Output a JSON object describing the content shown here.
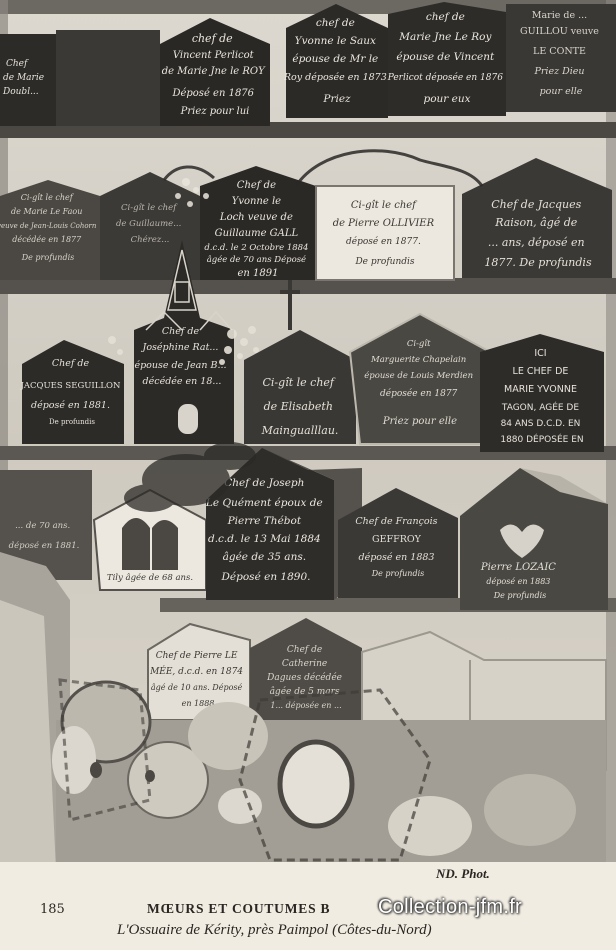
{
  "postcard": {
    "card_number": "185",
    "title": "MŒURS ET COUTUMES B",
    "subtitle": "L'Ossuaire de Kérity, près Paimpol (Côtes-du-Nord)",
    "publisher": "ND. Phot.",
    "watermark": "Collection-jfm.fr"
  },
  "palette": {
    "paper": "#f1ece2",
    "sepia_dark": "#2b2926",
    "sepia_mid": "#5c5853",
    "sepia_light": "#c9c4ba",
    "chalk": "#e9e5dc"
  },
  "skull_boxes": {
    "row1": [
      {
        "lines": [
          "Chef",
          "de Marie",
          "Doubl..."
        ]
      },
      {
        "lines": [
          "chef de",
          "Vincent Perlicot",
          "de Marie Jne le ROY",
          "Déposé en 1876",
          "Priez pour lui"
        ]
      },
      {
        "lines": [
          "chef de",
          "Yvonne le Saux",
          "épouse de Mr le",
          "Roy déposée en 1873",
          "Priez"
        ]
      },
      {
        "lines": [
          "chef de",
          "Marie Jne Le Roy",
          "épouse de Vincent",
          "Perlicot déposée en 1876",
          "pour eux"
        ]
      },
      {
        "lines": [
          "Marie de ...",
          "GUILLOU veuve",
          "LE CONTE",
          "Priez Dieu",
          "pour elle"
        ]
      }
    ],
    "row2": [
      {
        "lines": [
          "Ci-gît le chef",
          "de Marie Le Faou",
          "veuve de Jean-Louis Cohorn",
          "décédée en 1877",
          "De profundis"
        ]
      },
      {
        "lines": [
          "Ci-gît le chef",
          "de Guillaume...",
          "Chérez..."
        ]
      },
      {
        "lines": [
          "Chef de",
          "Yvonne le",
          "Loch veuve de",
          "Guillaume GALL",
          "d.c.d. le 2 Octobre 1884",
          "âgée de 70 ans Déposé",
          "en 1891"
        ]
      },
      {
        "lines": [
          "Ci-gît le chef",
          "de Pierre OLLIVIER",
          "déposé en 1877.",
          "De profundis"
        ]
      },
      {
        "lines": [
          "Chef de Jacques",
          "Raison, âgé de",
          "... ans, déposé en",
          "1877. De profundis"
        ]
      }
    ],
    "row3": [
      {
        "lines": [
          "Chef de",
          "JACQUES SEGUILLON",
          "déposé en 1881.",
          "De profundis"
        ]
      },
      {
        "lines": [
          "Chef de",
          "Joséphine Rat...",
          "épouse de Jean B...",
          "décédée en 18..."
        ]
      },
      {
        "lines": [
          "Ci-gît le chef",
          "de Elisabeth",
          "Maingualllau."
        ]
      },
      {
        "lines": [
          "Ci-gît",
          "Marguerite Chapelain",
          "épouse de Louis Merdien",
          "déposée en 1877",
          "Priez pour elle"
        ]
      },
      {
        "lines": [
          "ICI",
          "LE CHEF DE",
          "MARIE YVONNE",
          "TAGON, AGÉE DE",
          "84 ANS D.C.D. EN",
          "1880 DÉPOSÉE EN"
        ]
      }
    ],
    "row4": [
      {
        "lines": [
          "... de 70 ans.",
          "déposé en 1881."
        ]
      },
      {
        "lines": [
          "Tily âgée de 68 ans."
        ]
      },
      {
        "lines": [
          "Chef de Joseph",
          "Le Quément époux de",
          "Pierre Thébot",
          "d.c.d. le 13 Mai 1884",
          "âgée de 35 ans.",
          "Déposé en 1890."
        ]
      },
      {
        "lines": [
          "Chef de François",
          "GEFFROY",
          "déposé en 1883",
          "De profundis"
        ]
      },
      {
        "lines": [
          "Pierre LOZAIC",
          "déposé en 1883",
          "De profundis"
        ]
      }
    ],
    "row5": [
      {
        "lines": [
          "Chef de Pierre LE",
          "MÉE, d.c.d. en 1874",
          "âgé de 10 ans. Déposé",
          "en 1888"
        ]
      },
      {
        "lines": [
          "Chef de",
          "Catherine",
          "Dagues décédée",
          "âgée de 5 mars",
          "1... déposée en ..."
        ]
      }
    ]
  }
}
